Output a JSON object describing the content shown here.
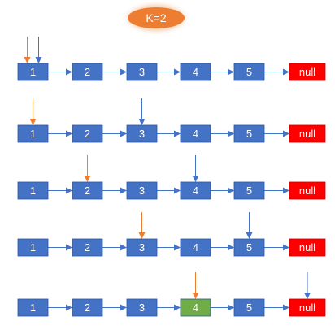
{
  "badge": {
    "label": "K=2"
  },
  "node_labels": [
    "1",
    "2",
    "3",
    "4",
    "5",
    "null"
  ],
  "rows": [
    {
      "orange_at": 0,
      "blue_at": 0,
      "highlight": null
    },
    {
      "orange_at": 0,
      "blue_at": 2,
      "highlight": null
    },
    {
      "orange_at": 1,
      "blue_at": 3,
      "highlight": null
    },
    {
      "orange_at": 2,
      "blue_at": 4,
      "highlight": null
    },
    {
      "orange_at": 3,
      "blue_at": 5,
      "highlight": 3
    }
  ],
  "colors": {
    "node": "#4472c4",
    "node_border": "#2f5597",
    "null_node": "#ff0000",
    "found_node": "#70ad47",
    "badge": "#ed7d31",
    "orange_pointer": "#ed7d31",
    "blue_pointer": "#4472c4",
    "link_line": "#4472c4"
  }
}
